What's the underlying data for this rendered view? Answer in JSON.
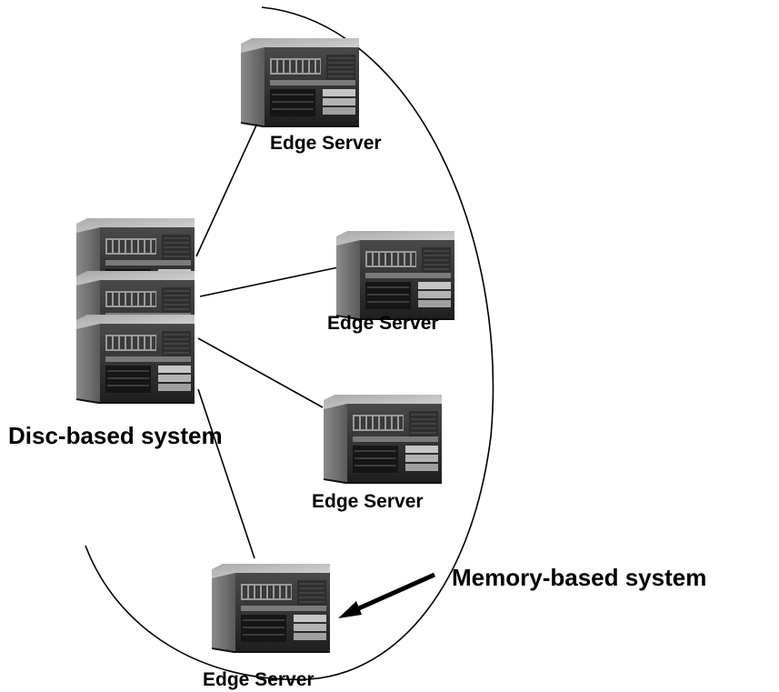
{
  "colors": {
    "line": "#000000",
    "text": "#000000",
    "server_dark": "#2b2b2b",
    "server_mid": "#6e6e6e",
    "server_light": "#c9c9c9",
    "background": "#ffffff"
  },
  "labels": {
    "edge_server_top": "Edge Server",
    "edge_server_mid": "Edge Server",
    "edge_server_lower": "Edge Server",
    "edge_server_bottom": "Edge Server",
    "disc_based": "Disc-based system",
    "memory_based": "Memory-based system"
  },
  "icons": {
    "server": "rack-server-icon",
    "arrow": "arrow-left-icon"
  }
}
